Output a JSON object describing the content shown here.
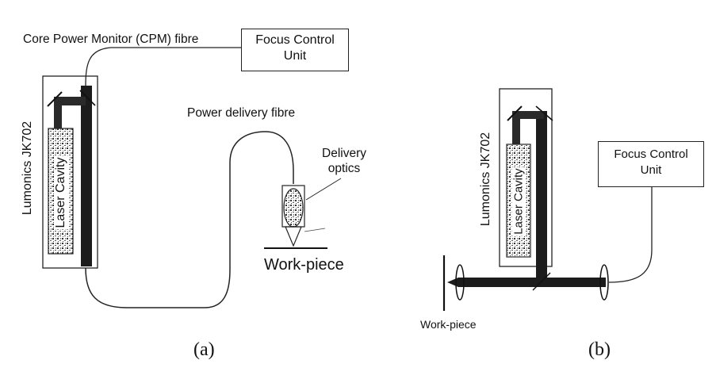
{
  "panel_a": {
    "cpm_label": "Core Power Monitor (CPM) fibre",
    "fcu_line1": "Focus Control",
    "fcu_line2": "Unit",
    "laser_model": "Lumonics JK702",
    "cavity_label": "Laser Cavity",
    "power_fibre_label": "Power delivery fibre",
    "delivery_line1": "Delivery",
    "delivery_line2": "optics",
    "workpiece_label": "Work-piece",
    "caption": "(a)"
  },
  "panel_b": {
    "laser_model": "Lumonics JK702",
    "cavity_label": "Laser Cavity",
    "fcu_line1": "Focus Control",
    "fcu_line2": "Unit",
    "workpiece_label": "Work-piece",
    "caption": "(b)"
  }
}
